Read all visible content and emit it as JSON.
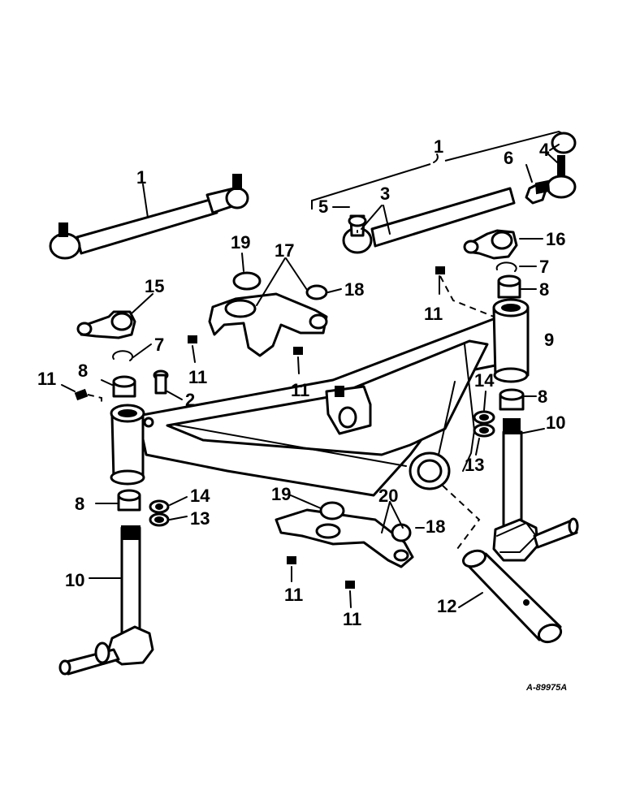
{
  "figure": {
    "catalog_number": "A-89975A"
  },
  "callouts": [
    {
      "id": "tie-rod-left",
      "label": "1"
    },
    {
      "id": "tie-rod-assembly-right",
      "label": "1"
    },
    {
      "id": "pin",
      "label": "2"
    },
    {
      "id": "tie-rod-end-inner",
      "label": "3"
    },
    {
      "id": "tie-rod-end-outer",
      "label": "4"
    },
    {
      "id": "nut-5",
      "label": "5"
    },
    {
      "id": "nut-6",
      "label": "6"
    },
    {
      "id": "snap-ring-left",
      "label": "7"
    },
    {
      "id": "snap-ring-right",
      "label": "7"
    },
    {
      "id": "bushing-left-upper",
      "label": "8"
    },
    {
      "id": "bushing-right-upper",
      "label": "8"
    },
    {
      "id": "bushing-right-lower",
      "label": "8"
    },
    {
      "id": "bushing-left-lower",
      "label": "8"
    },
    {
      "id": "axle-extension",
      "label": "9"
    },
    {
      "id": "spindle-right",
      "label": "10"
    },
    {
      "id": "spindle-left",
      "label": "10"
    },
    {
      "id": "fitting-left",
      "label": "11"
    },
    {
      "id": "fitting-top-right",
      "label": "11"
    },
    {
      "id": "fitting-center-left",
      "label": "11"
    },
    {
      "id": "fitting-center-right",
      "label": "11"
    },
    {
      "id": "fitting-lower-left",
      "label": "11"
    },
    {
      "id": "fitting-lower-right",
      "label": "11"
    },
    {
      "id": "pivot-pin",
      "label": "12"
    },
    {
      "id": "washer-13-left",
      "label": "13"
    },
    {
      "id": "washer-13-right",
      "label": "13"
    },
    {
      "id": "washer-14-left",
      "label": "14"
    },
    {
      "id": "washer-14-right",
      "label": "14"
    },
    {
      "id": "steering-arm-left",
      "label": "15"
    },
    {
      "id": "steering-arm-right",
      "label": "16"
    },
    {
      "id": "bolster-upper",
      "label": "17"
    },
    {
      "id": "bushing-18-upper",
      "label": "18"
    },
    {
      "id": "bushing-18-lower",
      "label": "18"
    },
    {
      "id": "bushing-19-upper",
      "label": "19"
    },
    {
      "id": "bushing-19-lower",
      "label": "19"
    },
    {
      "id": "bolster-lower",
      "label": "20"
    }
  ],
  "colors": {
    "ink": "#000000",
    "paper": "#ffffff"
  }
}
